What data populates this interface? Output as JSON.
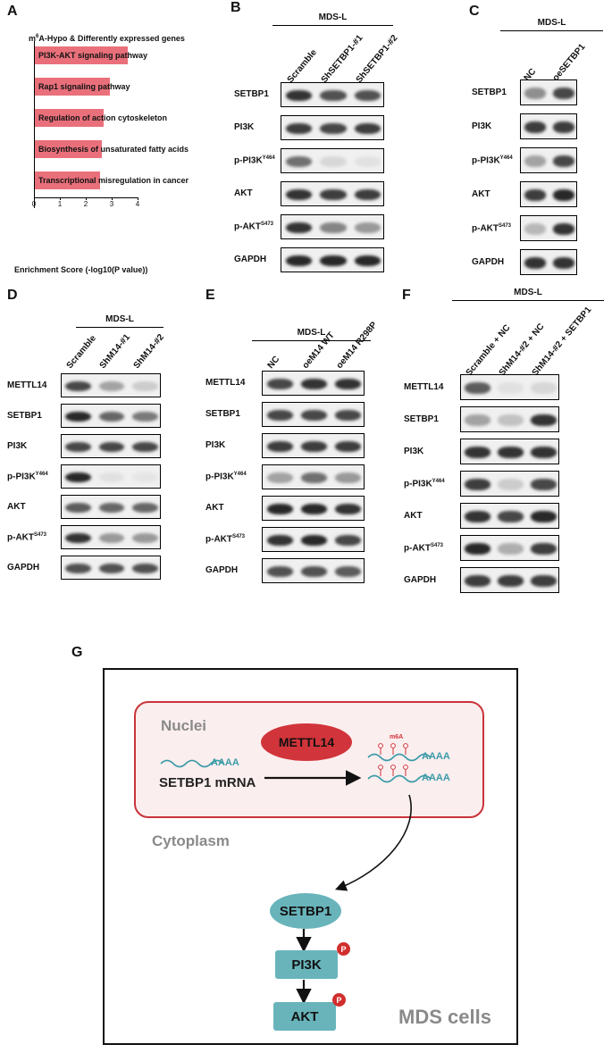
{
  "panels": {
    "A": {
      "letter": "A",
      "title_pre": "m",
      "title_sup": "6",
      "title_post": "A-Hypo & Differently expressed genes",
      "xlabel": "Enrichment Score (-log10(P value))",
      "bar_color": "#e9707b",
      "axis_ticks": [
        "0",
        "1",
        "2",
        "3",
        "4"
      ],
      "terms": [
        "PI3K-AKT signaling pathway",
        "Rap1 signaling pathway",
        "Regulation of action cytoskeleton",
        "Biosynthesis of unsaturated fatty acids",
        "Transcriptional misregulation in cancer"
      ]
    },
    "B": {
      "letter": "B",
      "group": "MDS-L",
      "lanes": [
        "Scramble",
        "ShSETBP1-#1",
        "ShSETBP1-#2"
      ],
      "rows": [
        "SETBP1",
        "PI3K",
        "p-PI3K",
        "AKT",
        "p-AKT",
        "GAPDH"
      ],
      "row_sups": [
        "",
        "",
        "Y464",
        "",
        "S473",
        ""
      ]
    },
    "C": {
      "letter": "C",
      "group": "MDS-L",
      "lanes": [
        "NC",
        "oeSETBP1"
      ],
      "rows": [
        "SETBP1",
        "PI3K",
        "p-PI3K",
        "AKT",
        "p-AKT",
        "GAPDH"
      ],
      "row_sups": [
        "",
        "",
        "Y464",
        "",
        "S473",
        ""
      ]
    },
    "D": {
      "letter": "D",
      "group": "MDS-L",
      "lanes": [
        "Scramble",
        "ShM14-#1",
        "ShM14-#2"
      ],
      "rows": [
        "METTL14",
        "SETBP1",
        "PI3K",
        "p-PI3K",
        "AKT",
        "p-AKT",
        "GAPDH"
      ],
      "row_sups": [
        "",
        "",
        "",
        "Y464",
        "",
        "S473",
        ""
      ]
    },
    "E": {
      "letter": "E",
      "group": "MDS-L",
      "lanes": [
        "NC",
        "oeM14 WT",
        "oeM14 R298P"
      ],
      "rows": [
        "METTL14",
        "SETBP1",
        "PI3K",
        "p-PI3K",
        "AKT",
        "p-AKT",
        "GAPDH"
      ],
      "row_sups": [
        "",
        "",
        "",
        "Y464",
        "",
        "S473",
        ""
      ]
    },
    "F": {
      "letter": "F",
      "group": "MDS-L",
      "lanes": [
        "Scramble + NC",
        "ShM14-#2 + NC",
        "ShM14-#2 + SETBP1"
      ],
      "rows": [
        "METTL14",
        "SETBP1",
        "PI3K",
        "p-PI3K",
        "AKT",
        "p-AKT",
        "GAPDH"
      ],
      "row_sups": [
        "",
        "",
        "",
        "Y464",
        "",
        "S473",
        ""
      ]
    },
    "G": {
      "letter": "G",
      "nuclei": "Nuclei",
      "cytoplasm": "Cytoplasm",
      "mettl14": "METTL14",
      "mrna_tail": "AAAA",
      "mrna_label": "SETBP1 mRNA",
      "m6a": "m6A",
      "setbp1": "SETBP1",
      "pi3k": "PI3K",
      "akt": "AKT",
      "phospho": "P",
      "cells": "MDS cells",
      "colors": {
        "frame": "#111111",
        "nuclei_border": "#c9333a",
        "nuclei_fill": "#fbeeee",
        "mettl14": "#d1343a",
        "teal": "#69b4bb",
        "wave": "#3a9aa8",
        "label_gray": "#8a8a8a"
      }
    }
  }
}
